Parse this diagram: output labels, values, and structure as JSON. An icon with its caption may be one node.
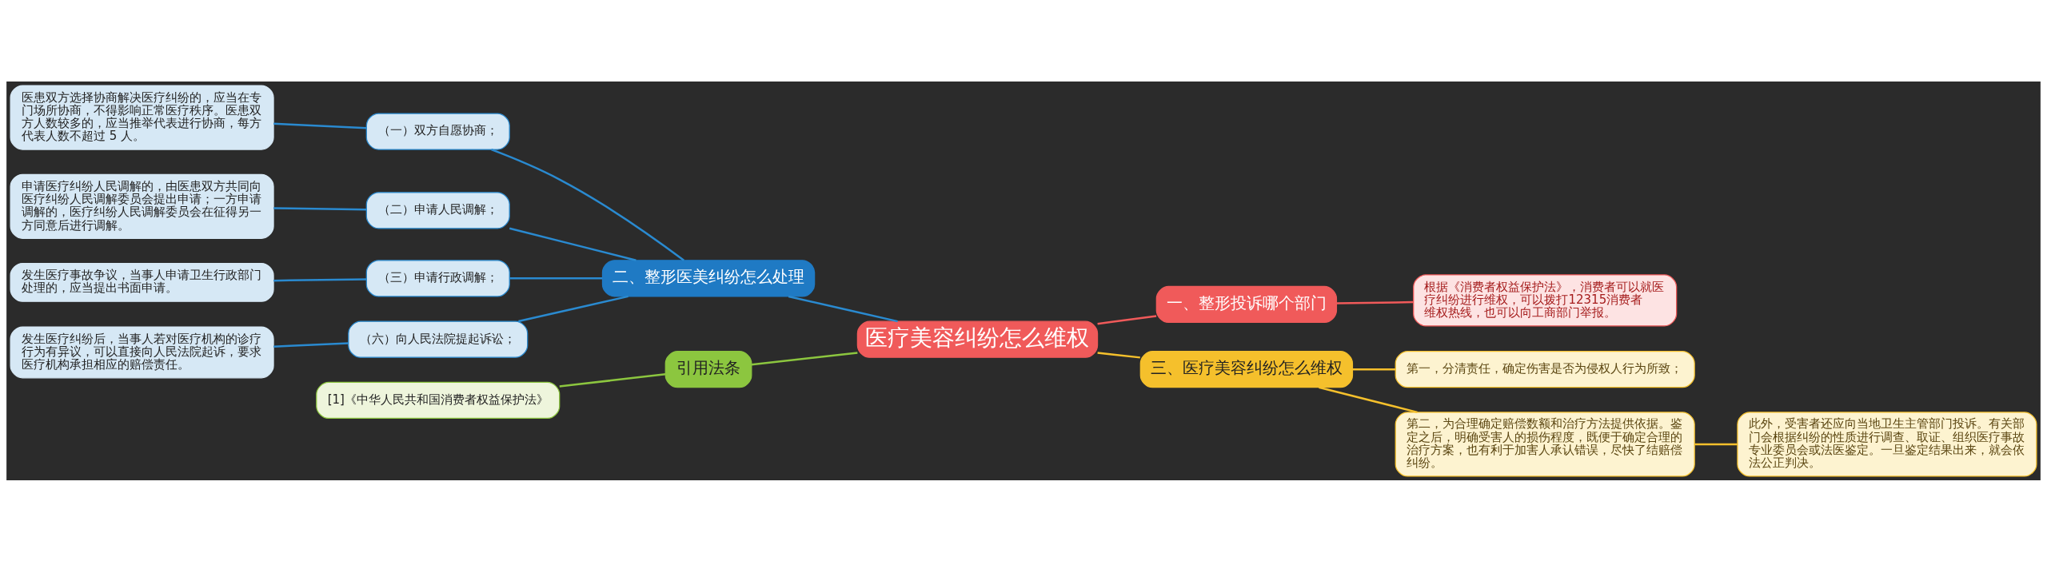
{
  "diagram": {
    "nodes": [
      {
        "text": [
          "医疗美容纠纷怎么维权"
        ]
      },
      {
        "text": [
          "二、整形医美纠纷怎么处理"
        ]
      },
      {
        "text": [
          "（一）双方自愿协商；"
        ]
      },
      {
        "text": [
          "医患双方选择协商解决医疗纠纷的，应当在专门场所协商，不得影响正常医疗秩序。医患双方人数较多的，应当推举代表进行协商，每方代表人数不超过 5 人。"
        ]
      },
      {
        "text": [
          "（二）申请人民调解；"
        ]
      },
      {
        "text": [
          "申请医疗纠纷人民调解的，由医患双方共同向医疗纠纷人民调解委员会提出申请；一方申请调解的，医疗纠纷人民调解委员会在征得另一方同意后进行调解。"
        ]
      },
      {
        "text": [
          "（三）申请行政调解；"
        ]
      },
      {
        "text": [
          "发生医疗事故争议，当事人申请卫生行政部门处理的，应当提出书面申请。"
        ]
      },
      {
        "text": [
          "（六）向人民法院提起诉讼；"
        ]
      },
      {
        "text": [
          "发生医疗纠纷后，当事人若对医疗机构的诊疗行为有异议，可以直接向人民法院起诉，要求医疗机构承担相应的赔偿责任。"
        ]
      },
      {
        "text": [
          "引用法条"
        ]
      },
      {
        "text": [
          "[1]《中华人民共和国消费者权益保护法》"
        ]
      },
      {
        "text": [
          "一、整形投诉哪个部门"
        ]
      },
      {
        "text": [
          "根据《消费者权益保护法》，消费者可以就医疗纠纷进行维权，可以拨打12315消费者维权热线，也可以向工商部门举报。"
        ]
      },
      {
        "text": [
          "三、医疗美容纠纷怎么维权"
        ]
      },
      {
        "text": [
          "第一，分清责任，确定伤害是否为侵权人行为所致；"
        ]
      },
      {
        "text": [
          "第二，为合理确定赔偿数额和治疗方法提供依据。鉴定之后，明确受害人的损伤程度，既便于确定合理的治疗方案，也有利于加害人承认错误，尽快了结赔偿纠纷。"
        ]
      },
      {
        "text": [
          "此外，受害者还应向当地卫生主管部门投诉。有关部门会根据纠纷的性质进行调查、取证、组织医疗事故专业委员会或法医鉴定。一旦鉴定结果出来，就会依法公正判决。"
        ]
      }
    ],
    "edges": [
      {
        "from": 3,
        "to": 2,
        "arrow": "none",
        "color": "#2a8ad0"
      },
      {
        "from": 2,
        "to": 1,
        "arrow": "none",
        "color": "#2a8ad0"
      },
      {
        "from": 5,
        "to": 4,
        "arrow": "none",
        "color": "#2a8ad0"
      },
      {
        "from": 4,
        "to": 1,
        "arrow": "none",
        "color": "#2a8ad0"
      },
      {
        "from": 7,
        "to": 6,
        "arrow": "none",
        "color": "#2a8ad0"
      },
      {
        "from": 6,
        "to": 1,
        "arrow": "none",
        "color": "#2a8ad0"
      },
      {
        "from": 9,
        "to": 8,
        "arrow": "none",
        "color": "#2a8ad0"
      },
      {
        "from": 8,
        "to": 1,
        "arrow": "none",
        "color": "#2a8ad0"
      },
      {
        "from": 1,
        "to": 0,
        "arrow": "none",
        "color": "#2a8ad0"
      },
      {
        "from": 11,
        "to": 10,
        "arrow": "none",
        "color": "#8cc63f"
      },
      {
        "from": 10,
        "to": 0,
        "arrow": "none",
        "color": "#8cc63f"
      },
      {
        "from": 0,
        "to": 12,
        "arrow": "none",
        "color": "#f05a5a"
      },
      {
        "from": 12,
        "to": 13,
        "arrow": "none",
        "color": "#f05a5a"
      },
      {
        "from": 0,
        "to": 14,
        "arrow": "none",
        "color": "#f5c02c"
      },
      {
        "from": 14,
        "to": 15,
        "arrow": "none",
        "color": "#f5c02c"
      },
      {
        "from": 14,
        "to": 16,
        "arrow": "none",
        "color": "#f5c02c"
      },
      {
        "from": 16,
        "to": 17,
        "arrow": "none",
        "color": "#f5c02c"
      }
    ]
  }
}
